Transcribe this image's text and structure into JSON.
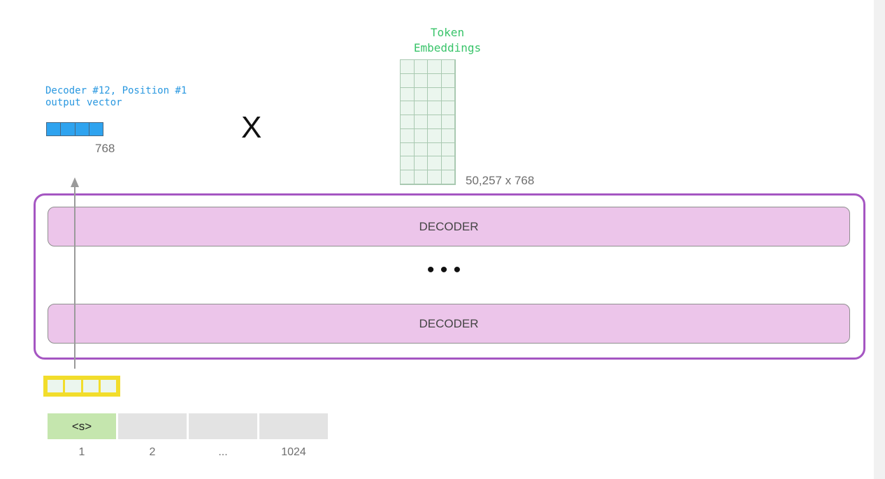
{
  "token_embeddings": {
    "title": "Token\nEmbeddings",
    "dims": "50,257 x 768",
    "rows": 9,
    "cols": 4,
    "cell_color": "#ebf6ee",
    "title_color": "#39c46a"
  },
  "output": {
    "caption": "Decoder #12, Position #1\noutput vector",
    "dims": "768",
    "cells": 4,
    "color": "#2ea3ef"
  },
  "operator": "X",
  "stack": {
    "border_color": "#a556c2",
    "fill_color": "#ecc5ea",
    "decoders": [
      "DECODER",
      "DECODER"
    ],
    "ellipsis": "• • •"
  },
  "input_vector": {
    "cells": 4,
    "border_color": "#f2dd2b"
  },
  "tokens": {
    "cells": [
      "<s>",
      "",
      "",
      ""
    ],
    "positions": [
      "1",
      "2",
      "...",
      "1024"
    ],
    "active_color": "#c5e6ae"
  }
}
